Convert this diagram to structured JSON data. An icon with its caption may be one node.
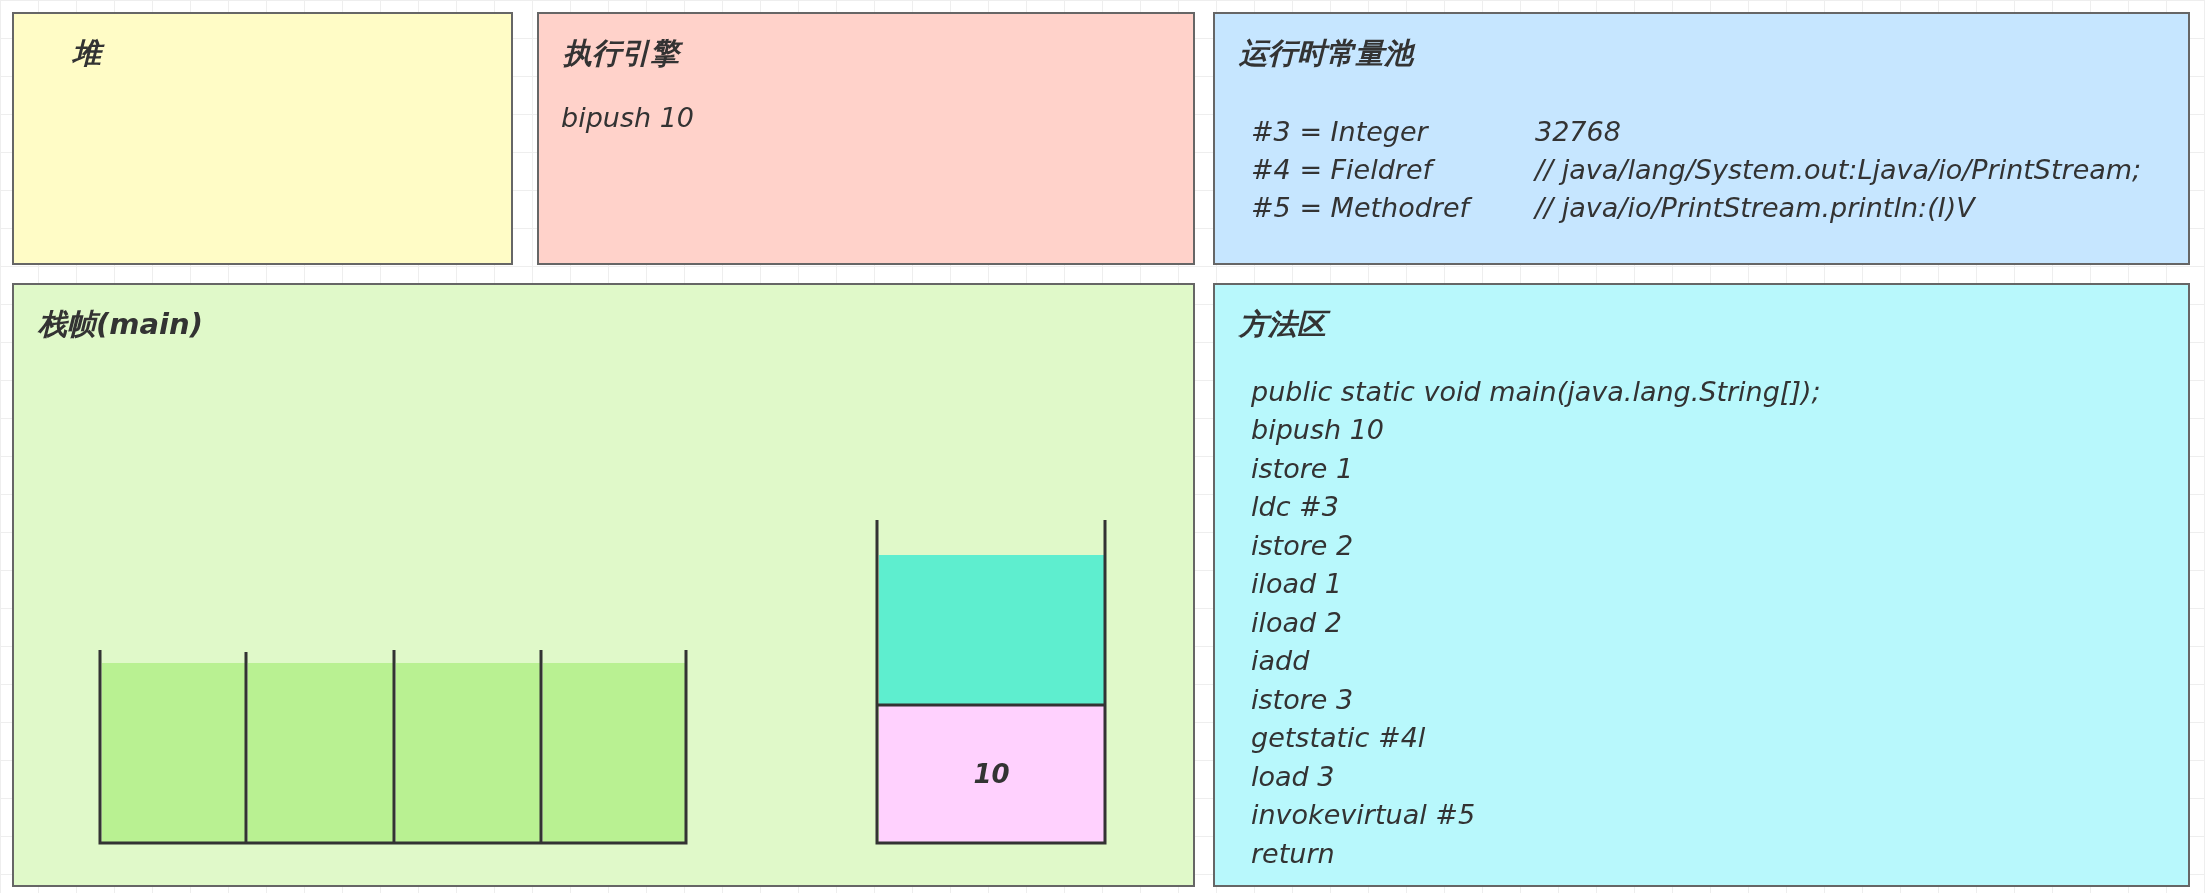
{
  "diagram": {
    "nodes": [
      {
        "text": [
          "堆"
        ]
      },
      {
        "text": [
          "执行引擎",
          "bipush 10"
        ]
      },
      {
        "text": [
          "运行时常量池",
          "#3 = Integer",
          "32768",
          "#4 = Fieldref",
          "// java/lang/System.out:Ljava/io/PrintStream;",
          "#5 = Methodref",
          "// java/io/PrintStream.println:(I)V"
        ]
      },
      {
        "text": [
          "栈帧(main)"
        ]
      },
      {
        "text": [],
        "shape": "box",
        "in": 3
      },
      {
        "text": [],
        "shape": "box",
        "in": 3
      },
      {
        "text": [],
        "shape": "box",
        "in": 3
      },
      {
        "text": [],
        "shape": "box",
        "in": 3
      },
      {
        "text": [],
        "shape": "box",
        "in": 3
      },
      {
        "text": [
          "10"
        ],
        "in": 3
      },
      {
        "text": [
          "方法区",
          "public static void main(java.lang.String[]);",
          "bipush 10",
          "istore 1",
          "ldc #3",
          "istore 2",
          "iload 1",
          "iload 2",
          "iadd",
          "istore 3",
          "getstatic #4l",
          "load 3",
          "invokevirtual #5",
          "return"
        ]
      }
    ]
  }
}
